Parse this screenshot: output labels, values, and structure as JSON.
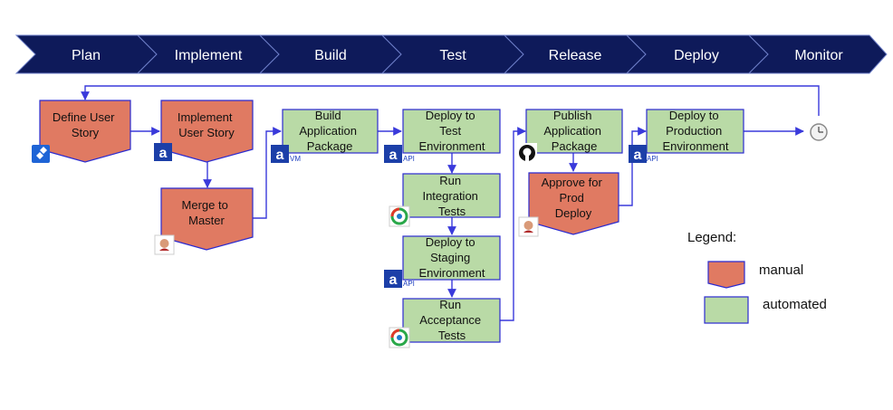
{
  "stages": [
    {
      "label": "Plan"
    },
    {
      "label": "Implement"
    },
    {
      "label": "Build"
    },
    {
      "label": "Test"
    },
    {
      "label": "Release"
    },
    {
      "label": "Deploy"
    },
    {
      "label": "Monitor"
    }
  ],
  "nodes": {
    "define_user_story": {
      "lines": [
        "Define User",
        "Story"
      ],
      "kind": "manual"
    },
    "implement_user_story": {
      "lines": [
        "Implement",
        "User Story"
      ],
      "kind": "manual"
    },
    "merge_to_master": {
      "lines": [
        "Merge to",
        "Master"
      ],
      "kind": "manual"
    },
    "build_app_package": {
      "lines": [
        "Build",
        "Application",
        "Package"
      ],
      "kind": "automated"
    },
    "deploy_to_test": {
      "lines": [
        "Deploy to",
        "Test",
        "Environment"
      ],
      "kind": "automated"
    },
    "run_integration_tests": {
      "lines": [
        "Run",
        "Integration",
        "Tests"
      ],
      "kind": "automated"
    },
    "deploy_to_staging": {
      "lines": [
        "Deploy to",
        "Staging",
        "Environment"
      ],
      "kind": "automated"
    },
    "run_acceptance_tests": {
      "lines": [
        "Run",
        "Acceptance",
        "Tests"
      ],
      "kind": "automated"
    },
    "publish_app_package": {
      "lines": [
        "Publish",
        "Application",
        "Package"
      ],
      "kind": "automated"
    },
    "approve_for_prod": {
      "lines": [
        "Approve for",
        "Prod",
        "Deploy"
      ],
      "kind": "manual"
    },
    "deploy_to_production": {
      "lines": [
        "Deploy to",
        "Production",
        "Environment"
      ],
      "kind": "automated"
    }
  },
  "badges": {
    "vm": "VM",
    "api": "API",
    "app_glyph": "a"
  },
  "legend": {
    "title": "Legend:",
    "manual": "manual",
    "automated": "automated"
  },
  "colors": {
    "stage_fill": "#0e1a5a",
    "manual_fill": "#e07a62",
    "automated_fill": "#b9daa6",
    "border": "#2b2bd0",
    "arrow": "#3a3adb"
  },
  "icons": {
    "jira": "jira-icon",
    "appian": "appian-icon",
    "jenkins": "jenkins-icon",
    "testing": "testing-tool-icon",
    "github": "github-icon",
    "clock": "clock-icon"
  }
}
